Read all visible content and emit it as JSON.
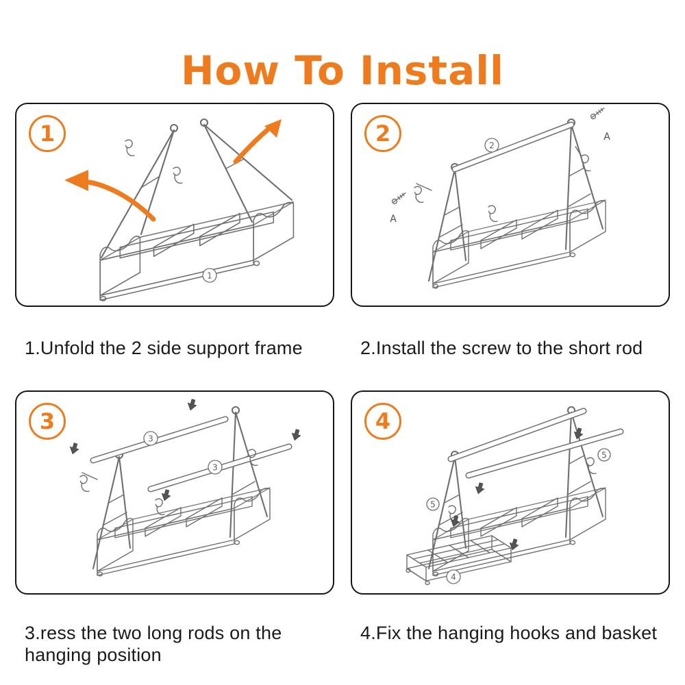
{
  "title": "How To Install",
  "accent_color": "#EE7C1E",
  "panels": [
    {
      "number": "1",
      "caption": "1.Unfold the 2 side support frame",
      "labels": {
        "basket": "1"
      }
    },
    {
      "number": "2",
      "caption": "2.Install the screw to the short rod",
      "labels": {
        "rod": "2",
        "screw_top": "A",
        "screw_left": "A"
      }
    },
    {
      "number": "3",
      "caption": "3.ress the two long rods on the hanging position",
      "labels": {
        "rod_upper": "3",
        "rod_lower": "3"
      }
    },
    {
      "number": "4",
      "caption": "4.Fix the hanging hooks and basket",
      "labels": {
        "rack": "4",
        "hook_left": "5",
        "hook_right": "5"
      }
    }
  ]
}
